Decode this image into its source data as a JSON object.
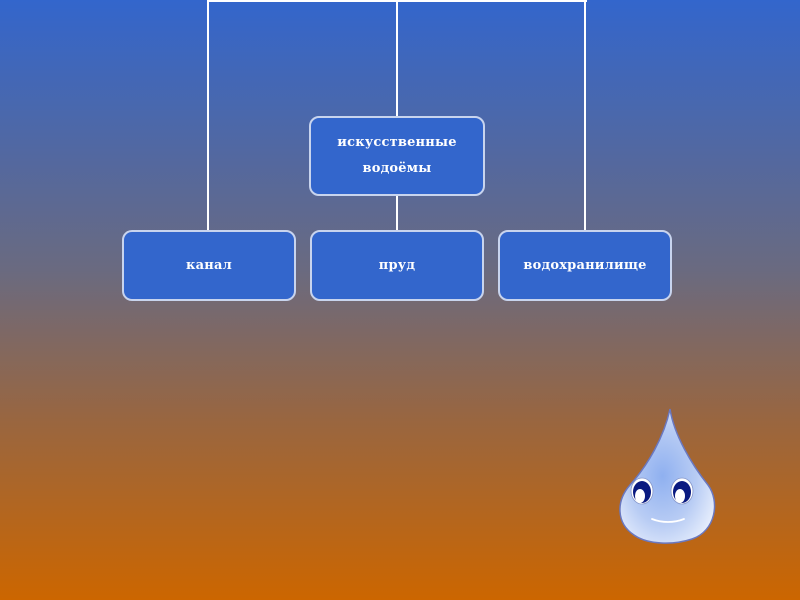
{
  "diagram": {
    "root": {
      "line1": "искусственные",
      "line2": "водоёмы"
    },
    "children": [
      {
        "label": "канал"
      },
      {
        "label": "пруд"
      },
      {
        "label": "водохранилище"
      }
    ]
  },
  "colors": {
    "gradient_top": "#3366CC",
    "gradient_bottom": "#CC6600",
    "node_fill": "#3366CC",
    "node_border": "#C8D4EE",
    "connector": "#FFFFFF"
  },
  "decoration": {
    "mascot": "water-drop-character"
  }
}
